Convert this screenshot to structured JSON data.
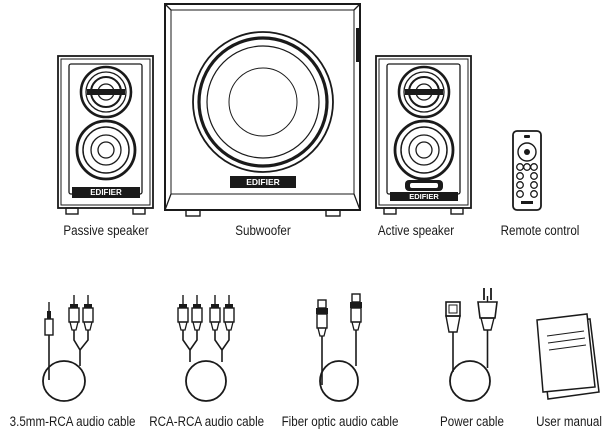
{
  "brand": "EDIFIER",
  "components": [
    {
      "id": "passive-speaker",
      "label": "Passive speaker"
    },
    {
      "id": "subwoofer",
      "label": "Subwoofer"
    },
    {
      "id": "active-speaker",
      "label": "Active speaker"
    },
    {
      "id": "remote-control",
      "label": "Remote control"
    }
  ],
  "accessories": [
    {
      "id": "3-5mm-rca-cable",
      "label": "3.5mm-RCA audio cable"
    },
    {
      "id": "rca-rca-cable",
      "label": "RCA-RCA audio cable"
    },
    {
      "id": "fiber-optic-cable",
      "label": "Fiber optic audio cable"
    },
    {
      "id": "power-cable",
      "label": "Power cable"
    },
    {
      "id": "user-manual",
      "label": "User manual"
    }
  ]
}
